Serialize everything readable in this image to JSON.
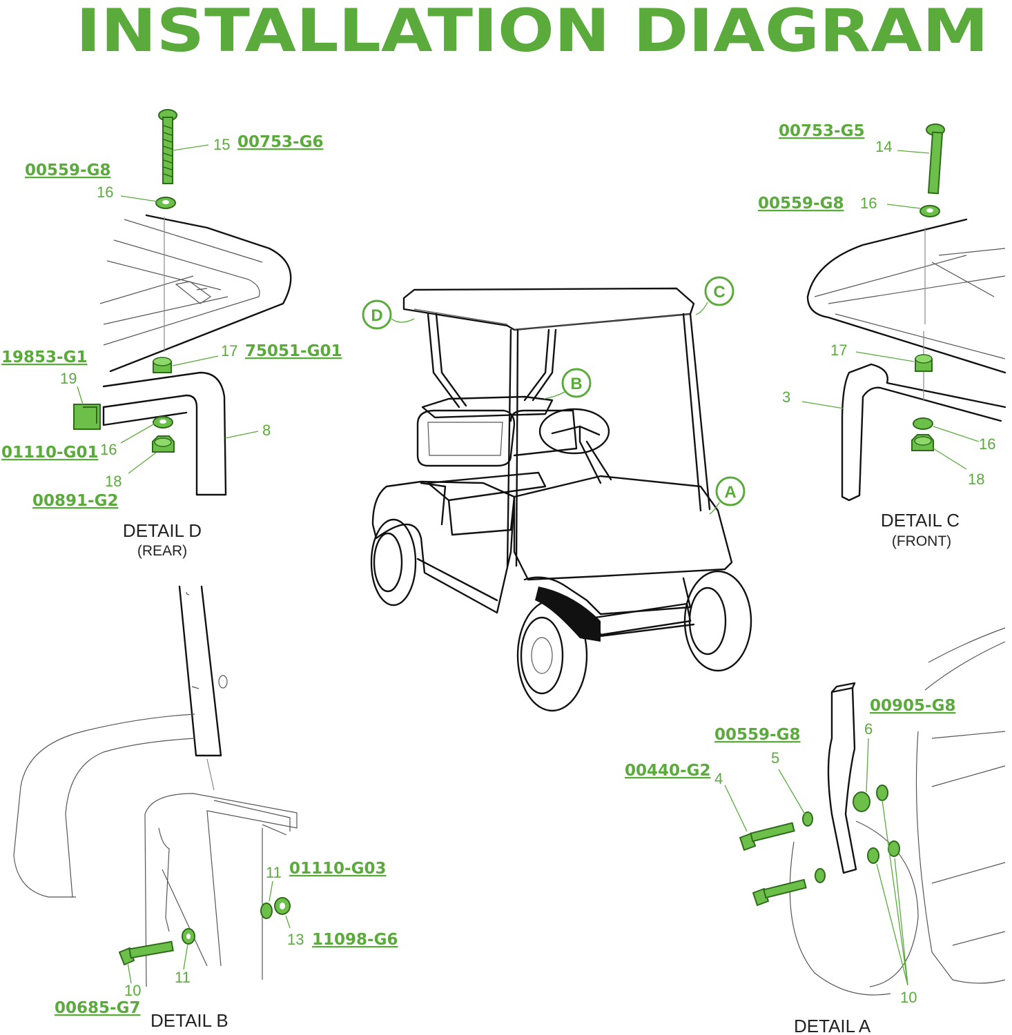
{
  "title": "INSTALLATION DIAGRAM",
  "callouts": [
    "D",
    "C",
    "B",
    "A"
  ],
  "details": {
    "d": {
      "name": "DETAIL D",
      "sub": "(REAR)"
    },
    "c": {
      "name": "DETAIL C",
      "sub": "(FRONT)"
    },
    "b": {
      "name": "DETAIL  B"
    },
    "a": {
      "name": "DETAIL  A"
    }
  },
  "labels": [
    {
      "id": "d15",
      "num": "15",
      "part": "00753-G6"
    },
    {
      "id": "d16a",
      "num": "16",
      "part": "00559-G8"
    },
    {
      "id": "d17",
      "num": "17",
      "part": "75051-G01"
    },
    {
      "id": "d19",
      "num": "19",
      "part": "19853-G1"
    },
    {
      "id": "d16b",
      "num": "16",
      "part": "01110-G01"
    },
    {
      "id": "d18",
      "num": "18",
      "part": "00891-G2"
    },
    {
      "id": "d8",
      "num": "8"
    },
    {
      "id": "c14",
      "num": "14",
      "part": "00753-G5"
    },
    {
      "id": "c16",
      "num": "16",
      "part": "00559-G8"
    },
    {
      "id": "c17",
      "num": "17"
    },
    {
      "id": "c3",
      "num": "3"
    },
    {
      "id": "c16b",
      "num": "16"
    },
    {
      "id": "c18",
      "num": "18"
    },
    {
      "id": "b11",
      "num": "11",
      "part": "01110-G03"
    },
    {
      "id": "b13",
      "num": "13",
      "part": "11098-G6"
    },
    {
      "id": "b10",
      "num": "10",
      "part": "00685-G7"
    },
    {
      "id": "b11b",
      "num": "11"
    },
    {
      "id": "a6",
      "num": "6",
      "part": "00905-G8"
    },
    {
      "id": "a5",
      "num": "5",
      "part": "00559-G8"
    },
    {
      "id": "a4",
      "num": "4",
      "part": "00440-G2"
    },
    {
      "id": "a10",
      "num": "10"
    }
  ],
  "colors": {
    "accent": "#5aaa3c",
    "hardware": "#6cc04a",
    "outline": "#111111"
  }
}
